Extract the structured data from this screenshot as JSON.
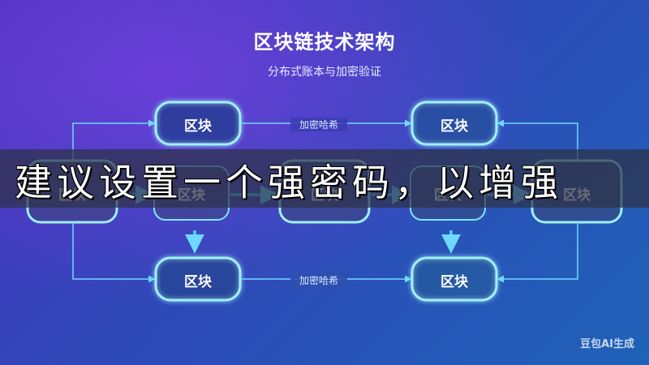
{
  "title": "区块链技术架构",
  "subtitle": "分布式账本与加密验证",
  "node_label": "区块",
  "edge_label": "加密哈希",
  "banner_text": "建议设置一个强密码，以增强",
  "watermark": "豆包AI生成",
  "colors": {
    "node_border": "#7fe6ff",
    "arrow": "#6fd8ff",
    "arrow_strong": "#4fc3f7"
  }
}
